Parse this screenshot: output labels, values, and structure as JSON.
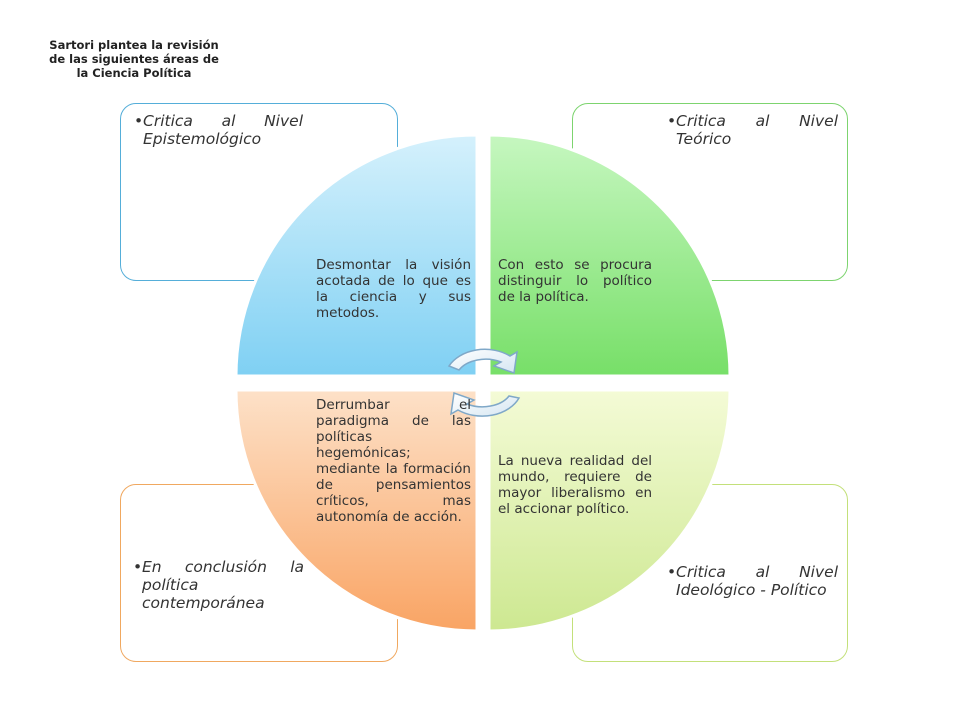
{
  "title": "Sartori plantea la revisión de las siguientes áreas de la Ciencia Política",
  "outer": {
    "top_left": "Critica al Nivel Epistemológico",
    "top_right": "Critica al Nivel Teórico",
    "bottom_left": "En conclusión la política contemporánea",
    "bottom_right": "Critica al Nivel Ideológico - Político",
    "bullet": "•"
  },
  "inner": {
    "top_left": "Desmontar la visión acotada de lo que es la ciencia y sus metodos.",
    "top_right": "Con esto se procura distinguir lo político de la política.",
    "bottom_left": "Derrumbar el paradigma de las políticas hegemónicas; mediante la formación de pensamientos críticos, mas autonomía de acción.",
    "bottom_right": "La nueva realidad del mundo, requiere de mayor liberalismo en el accionar político."
  },
  "colors": {
    "blue": "#55aed9",
    "green": "#7dd46f",
    "orange": "#f0a860",
    "lime": "#c3e07a"
  },
  "icons": [
    "cycle-arrows-icon"
  ]
}
